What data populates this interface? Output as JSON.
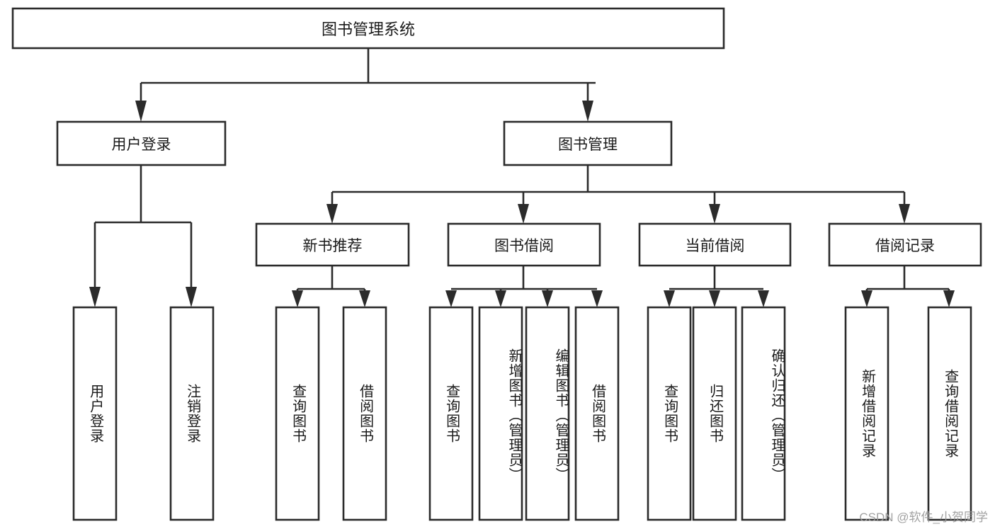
{
  "diagram": {
    "type": "tree",
    "title": "图书管理系统",
    "watermark": "CSDN @软件_小贺同学",
    "root": {
      "id": "root",
      "label": "图书管理系统",
      "orientation": "horizontal"
    },
    "level2": [
      {
        "id": "user-login",
        "label": "用户登录",
        "orientation": "horizontal"
      },
      {
        "id": "book-manage",
        "label": "图书管理",
        "orientation": "horizontal"
      }
    ],
    "level3": [
      {
        "id": "new-book-recommend",
        "label": "新书推荐",
        "parent": "book-manage",
        "orientation": "horizontal"
      },
      {
        "id": "book-borrow",
        "label": "图书借阅",
        "parent": "book-manage",
        "orientation": "horizontal"
      },
      {
        "id": "current-borrow",
        "label": "当前借阅",
        "parent": "book-manage",
        "orientation": "horizontal"
      },
      {
        "id": "borrow-record",
        "label": "借阅记录",
        "parent": "book-manage",
        "orientation": "horizontal"
      }
    ],
    "leaves": [
      {
        "id": "leaf-user-login",
        "label": "用户登录",
        "parent": "user-login",
        "orientation": "vertical"
      },
      {
        "id": "leaf-logout",
        "label": "注销登录",
        "parent": "user-login",
        "orientation": "vertical"
      },
      {
        "id": "leaf-query-book-1",
        "label": "查询图书",
        "parent": "new-book-recommend",
        "orientation": "vertical"
      },
      {
        "id": "leaf-borrow-book-1",
        "label": "借阅图书",
        "parent": "new-book-recommend",
        "orientation": "vertical"
      },
      {
        "id": "leaf-query-book-2",
        "label": "查询图书",
        "parent": "book-borrow",
        "orientation": "vertical"
      },
      {
        "id": "leaf-add-book",
        "label": "新增图书（管理员）",
        "parent": "book-borrow",
        "orientation": "vertical"
      },
      {
        "id": "leaf-edit-book",
        "label": "编辑图书（管理员）",
        "parent": "book-borrow",
        "orientation": "vertical"
      },
      {
        "id": "leaf-borrow-book-2",
        "label": "借阅图书",
        "parent": "book-borrow",
        "orientation": "vertical"
      },
      {
        "id": "leaf-query-book-3",
        "label": "查询图书",
        "parent": "current-borrow",
        "orientation": "vertical"
      },
      {
        "id": "leaf-return-book",
        "label": "归还图书",
        "parent": "current-borrow",
        "orientation": "vertical"
      },
      {
        "id": "leaf-confirm-return",
        "label": "确认归还（管理员）",
        "parent": "current-borrow",
        "orientation": "vertical"
      },
      {
        "id": "leaf-add-record",
        "label": "新增借阅记录",
        "parent": "borrow-record",
        "orientation": "vertical"
      },
      {
        "id": "leaf-query-record",
        "label": "查询借阅记录",
        "parent": "borrow-record",
        "orientation": "vertical"
      }
    ],
    "colors": {
      "stroke": "#2b2b2b",
      "fill": "#ffffff",
      "text": "#1a1a1a",
      "watermark": "#9a9a9a"
    }
  }
}
